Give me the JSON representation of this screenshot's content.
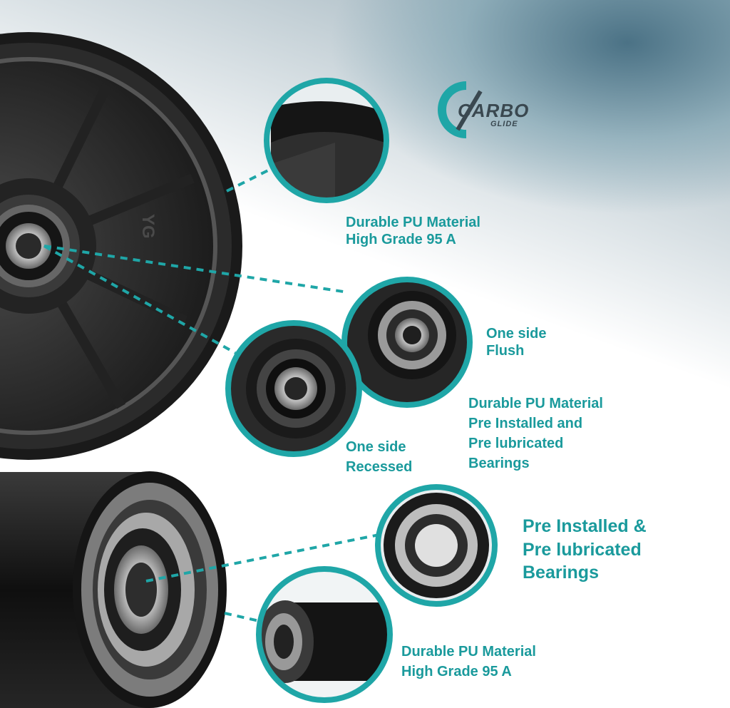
{
  "brand": {
    "line1": "CARBO",
    "line2": "GLIDE",
    "accent": "#1a9a9c"
  },
  "callouts": {
    "pu_top": {
      "line1": "Durable PU Material",
      "line2": "High Grade 95 A"
    },
    "flush": {
      "line1": "One side",
      "line2": "Flush"
    },
    "recessed": {
      "line1": "One side",
      "line2": "Recessed"
    },
    "pu_bearings": {
      "line1": "Durable PU Material",
      "line2": "Pre Installed and",
      "line3": "Pre lubricated",
      "line4": "Bearings"
    },
    "bearings_big": {
      "line1": "Pre Installed &",
      "line2": "Pre lubricated",
      "line3": "Bearings"
    },
    "pu_bottom": {
      "line1": "Durable PU Material",
      "line2": "High Grade 95 A"
    }
  },
  "wheel_embossing": "YG"
}
